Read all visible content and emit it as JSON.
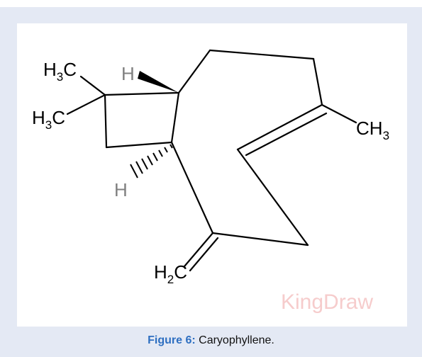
{
  "figure": {
    "label": "Figure 6:",
    "caption": " Caryophyllene."
  },
  "molecule": {
    "atoms": {
      "h3c_top": {
        "main": "H",
        "sub": "3",
        "tail": "C"
      },
      "h3c_left": {
        "main": "H",
        "sub": "3",
        "tail": "C"
      },
      "ch3_right": {
        "main": "CH",
        "sub": "3"
      },
      "h2c_bottom": {
        "main": "H",
        "sub": "2",
        "tail": "C"
      },
      "h_top": "H",
      "h_bottom": "H"
    }
  },
  "watermark": "KingDraw",
  "colors": {
    "frame_background": "#e4e9f4",
    "panel_background": "#ffffff",
    "bond": "#000000",
    "hydrogen_label": "#808080",
    "watermark": "#f6cccc",
    "caption_label": "#2e6fc1"
  }
}
